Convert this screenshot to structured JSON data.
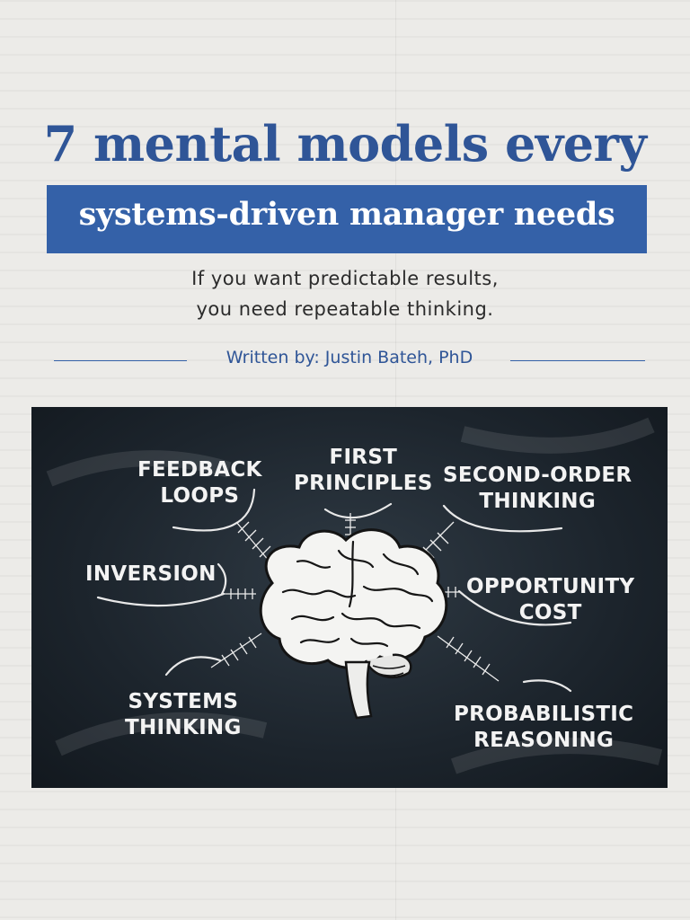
{
  "title": {
    "line1": "7 mental models every",
    "line2": "systems-driven manager needs"
  },
  "subtitle": {
    "line1": "If you want predictable results,",
    "line2": "you need repeatable thinking."
  },
  "author": "Written by: Justin Bateh, PhD",
  "models": [
    {
      "line1": "FEEDBACK",
      "line2": "LOOPS"
    },
    {
      "line1": "FIRST",
      "line2": "PRINCIPLES"
    },
    {
      "line1": "SECOND-ORDER",
      "line2": "THINKING"
    },
    {
      "line1": "INVERSION",
      "line2": ""
    },
    {
      "line1": "OPPORTUNITY",
      "line2": "COST"
    },
    {
      "line1": "SYSTEMS",
      "line2": "THINKING"
    },
    {
      "line1": "PROBABILISTIC",
      "line2": "REASONING"
    }
  ],
  "colors": {
    "accent": "#3461a8",
    "title_text": "#2f5597",
    "board": "#1c242c",
    "chalk": "#f3f3f3"
  },
  "icons": {
    "center": "brain-icon"
  }
}
